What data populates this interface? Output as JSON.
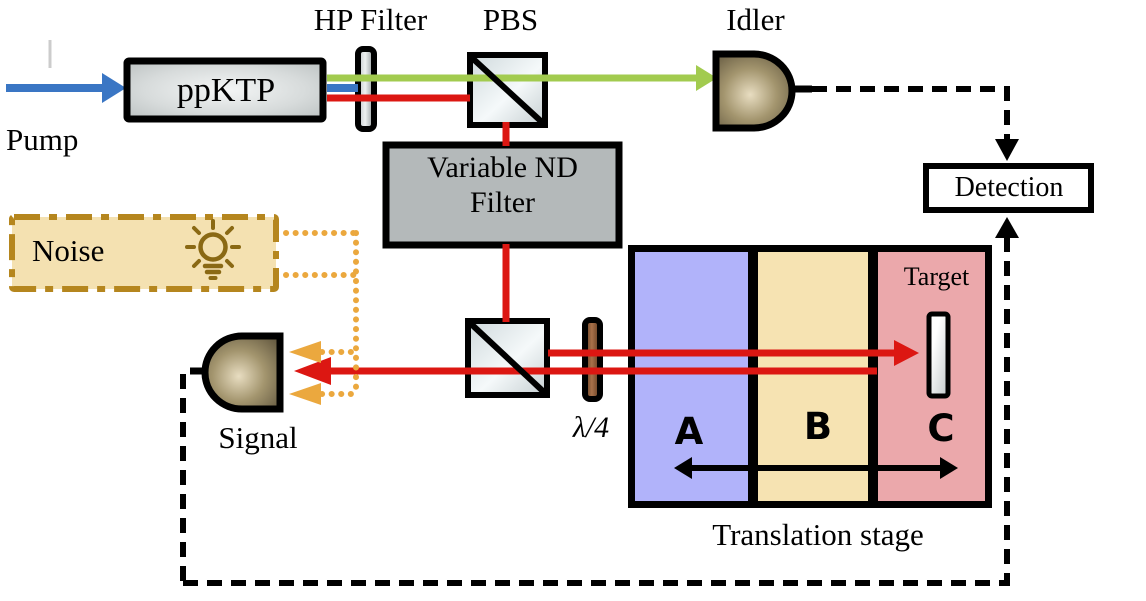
{
  "diagram": {
    "labels": {
      "pump": "Pump",
      "crystal": "ppKTP",
      "hp_filter": "HP Filter",
      "pbs": "PBS",
      "idler": "Idler",
      "nd_filter_line1": "Variable ND",
      "nd_filter_line2": "Filter",
      "noise": "Noise",
      "signal": "Signal",
      "waveplate": "λ/4",
      "detection": "Detection",
      "target": "Target",
      "region_a": "A",
      "region_b": "B",
      "region_c": "C",
      "translation_stage": "Translation stage"
    },
    "colors": {
      "pump_beam": "#3a76c4",
      "idler_beam": "#a2cb4f",
      "signal_beam": "#dc1712",
      "noise_fill": "#f4e1b1",
      "noise_border": "#b5861e",
      "noise_dots": "#eba83e",
      "noise_icon": "#8a6914",
      "stage_a": "#b1b3fa",
      "stage_b": "#f6e3b2",
      "stage_c": "#eba8ab"
    }
  }
}
